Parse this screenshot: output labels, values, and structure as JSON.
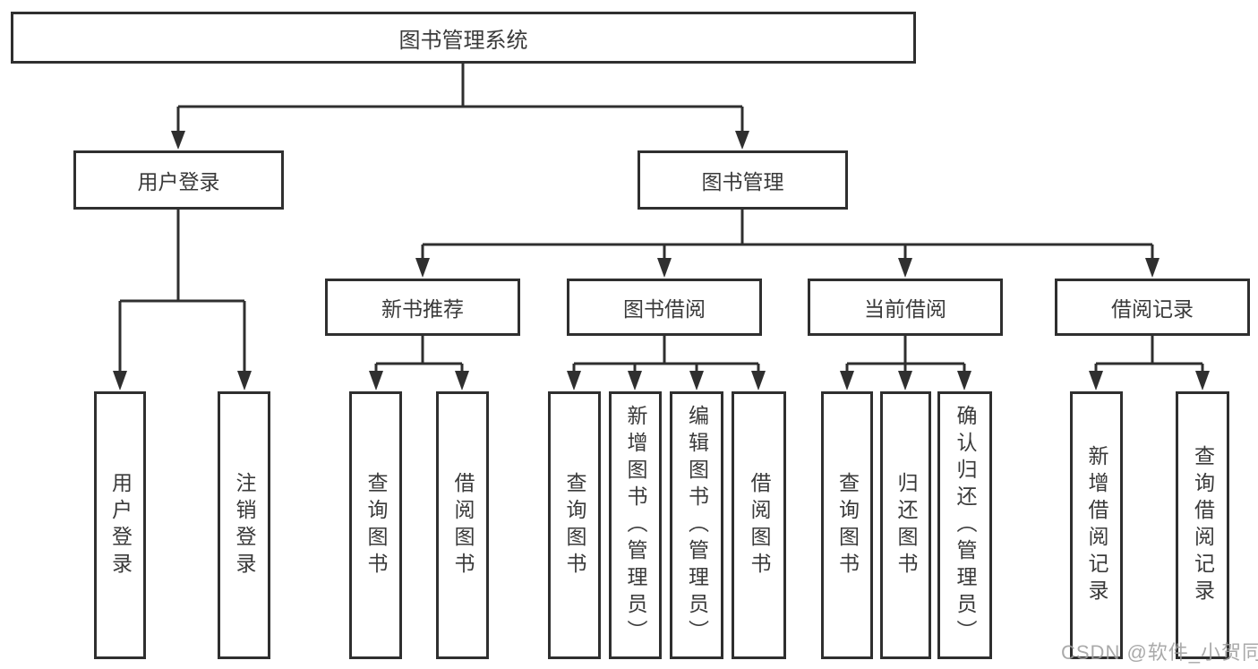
{
  "tree": {
    "label": "图书管理系统",
    "children": [
      {
        "label": "用户登录",
        "children": [
          {
            "label": "用户登录"
          },
          {
            "label": "注销登录"
          }
        ]
      },
      {
        "label": "图书管理",
        "children": [
          {
            "label": "新书推荐",
            "children": [
              {
                "label": "查询图书"
              },
              {
                "label": "借阅图书"
              }
            ]
          },
          {
            "label": "图书借阅",
            "children": [
              {
                "label": "查询图书"
              },
              {
                "label": "新增图书（管理员）"
              },
              {
                "label": "编辑图书（管理员）"
              },
              {
                "label": "借阅图书"
              }
            ]
          },
          {
            "label": "当前借阅",
            "children": [
              {
                "label": "查询图书"
              },
              {
                "label": "归还图书"
              },
              {
                "label": "确认归还（管理员）"
              }
            ]
          },
          {
            "label": "借阅记录",
            "children": [
              {
                "label": "新增借阅记录"
              },
              {
                "label": "查询借阅记录"
              }
            ]
          }
        ]
      }
    ]
  },
  "watermark": {
    "text": "CSDN @软件_小贺同学"
  },
  "colors": {
    "line": "#2f2f2f",
    "text": "#3a3a3a",
    "watermark": "#9e9e9e",
    "background": "#ffffff"
  }
}
